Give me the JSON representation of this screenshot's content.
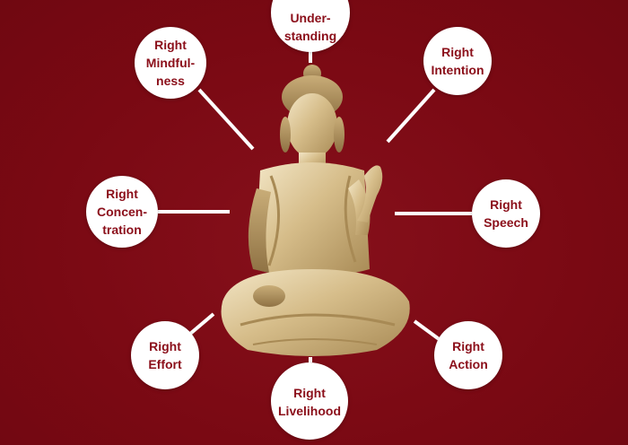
{
  "nodes": [
    {
      "id": "understanding",
      "label": "Under-\nstanding"
    },
    {
      "id": "intention",
      "label": "Right\nIntention"
    },
    {
      "id": "speech",
      "label": "Right\nSpeech"
    },
    {
      "id": "action",
      "label": "Right\nAction"
    },
    {
      "id": "livelihood",
      "label": "Right\nLivelihood"
    },
    {
      "id": "effort",
      "label": "Right\nEffort"
    },
    {
      "id": "concentration",
      "label": "Right\nConcen-\ntration"
    },
    {
      "id": "mindfulness",
      "label": "Right\nMindful-\nness"
    }
  ],
  "colors": {
    "background": "#7d0a14",
    "node_fill": "#ffffff",
    "node_text": "#8b0f1a",
    "spoke": "#ffffff",
    "statue_gold": "#d8c49a"
  }
}
